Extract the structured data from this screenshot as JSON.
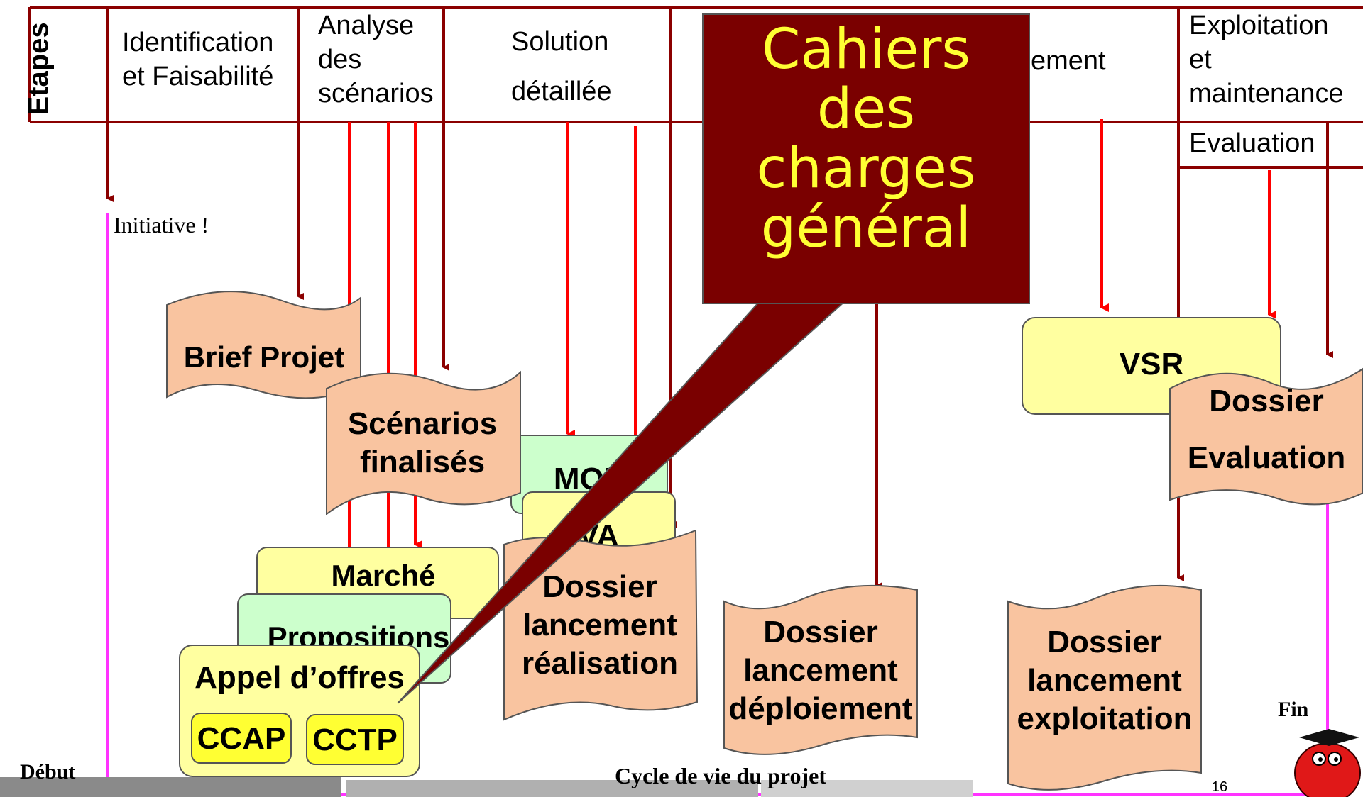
{
  "header": {
    "axis_label": "Etapes",
    "phases": [
      {
        "label_lines": [
          "Identification",
          "et Faisabilité"
        ]
      },
      {
        "label_lines": [
          "Analyse",
          "des",
          "scénarios"
        ]
      },
      {
        "label_lines": [
          "Solution",
          "détaillée"
        ]
      },
      {
        "label_lines": [
          "ement"
        ]
      },
      {
        "label_lines": [
          "Exploitation",
          "et",
          "maintenance"
        ]
      },
      {
        "label_lines": [
          "Evaluation"
        ]
      }
    ]
  },
  "callout": {
    "lines": [
      "Cahiers",
      "des",
      "charges",
      "général"
    ]
  },
  "annotations": {
    "initiative": "Initiative !",
    "start": "Début",
    "end": "Fin",
    "timeline": "Cycle de vie du projet",
    "page_number": "16"
  },
  "documents": {
    "brief": "Brief Projet",
    "scenarios": [
      "Scénarios",
      "finalisés"
    ],
    "mop": "MOP",
    "va": "VA",
    "marche": "Marché",
    "propositions": "Propositions",
    "appel_offres": "Appel d’offres",
    "ccap": "CCAP",
    "cctp": "CCTP",
    "dossier_realisation": [
      "Dossier",
      "lancement",
      "réalisation"
    ],
    "dossier_deploiement": [
      "Dossier",
      "lancement",
      "déploiement"
    ],
    "dossier_exploitation": [
      "Dossier",
      "lancement",
      "exploitation"
    ],
    "vsr": "VSR",
    "dossier_evaluation": [
      "Dossier",
      "Evaluation"
    ]
  },
  "colors": {
    "dark_red": "#8b0000",
    "red": "#ff0000",
    "magenta": "#ff33ff",
    "orange_doc": "#f9c4a0",
    "yellow_box": "#ffffa0",
    "green_box": "#ccffcc",
    "callout_bg": "#7a0000",
    "callout_text": "#ffff33"
  }
}
